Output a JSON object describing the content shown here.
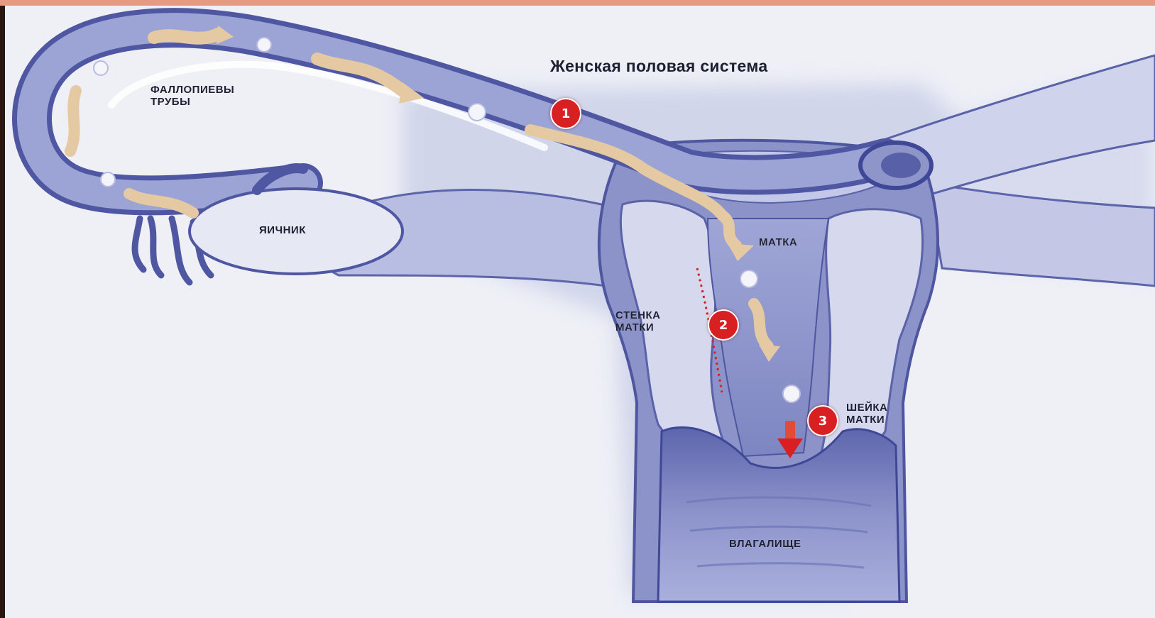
{
  "title": "Женская половая система",
  "labels": {
    "fallopian_tubes": [
      "ФАЛЛОПИЕВЫ",
      "ТРУБЫ"
    ],
    "ovary": "ЯИЧНИК",
    "uterus": "МАТКА",
    "uterine_wall": [
      "СТЕНКА",
      "МАТКИ"
    ],
    "cervix": [
      "ШЕЙКА",
      "МАТКИ"
    ],
    "vagina": "ВЛАГАЛИЩЕ"
  },
  "markers": [
    "1",
    "2",
    "3"
  ],
  "colors": {
    "background": "#eef0f6",
    "tissue_dark": "#5f67ad",
    "tissue_mid": "#8a91c8",
    "tissue_light": "#c9cde6",
    "sperm_path": "#e5c9a3",
    "marker": "#d81f21"
  }
}
